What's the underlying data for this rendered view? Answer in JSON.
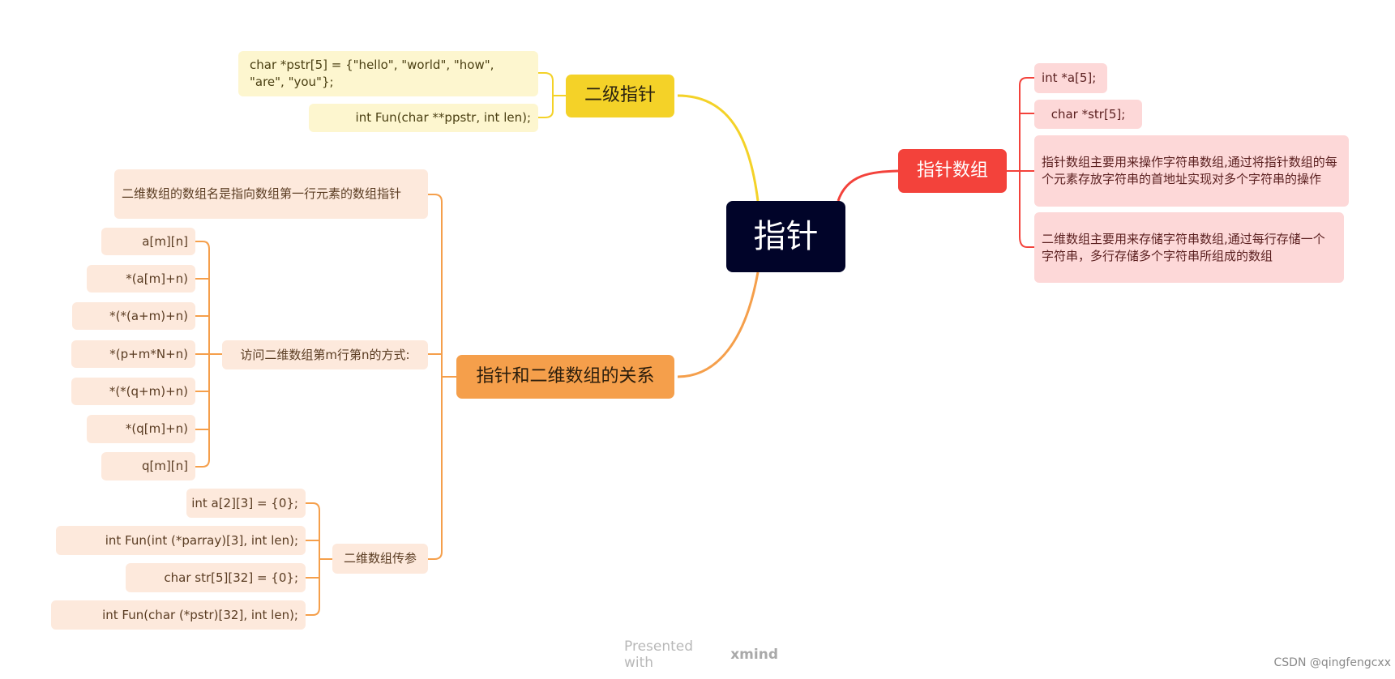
{
  "root": {
    "label": "指针"
  },
  "branches": {
    "pointer_array": {
      "label": "指针数组",
      "items": [
        "int *a[5];",
        "char *str[5];",
        "指针数组主要用来操作字符串数组,通过将指针数组的每个元素存放字符串的首地址实现对多个字符串的操作",
        "二维数组主要用来存储字符串数组,通过每行存储一个字符串，多行存储多个字符串所组成的数组"
      ]
    },
    "double_pointer": {
      "label": "二级指针",
      "items": [
        "char *pstr[5] = {\"hello\", \"world\", \"how\", \"are\", \"you\"};",
        "int Fun(char **ppstr, int len);"
      ]
    },
    "pointer_2d": {
      "label": "指针和二维数组的关系",
      "note": "二维数组的数组名是指向数组第一行元素的数组指针",
      "access": {
        "label": "访问二维数组第m行第n的方式:",
        "items": [
          "a[m][n]",
          "*(a[m]+n)",
          "*(*(a+m)+n)",
          "*(p+m*N+n)",
          "*(*(q+m)+n)",
          "*(q[m]+n)",
          "q[m][n]"
        ]
      },
      "params": {
        "label": "二维数组传参",
        "items": [
          "int a[2][3] = {0};",
          "int Fun(int (*parray)[3], int len);",
          "char str[5][32] = {0};",
          "int Fun(char (*pstr)[32], int len);"
        ]
      }
    }
  },
  "footer": {
    "prefix": "Presented with",
    "brand": "xmind"
  },
  "watermark": "CSDN @qingfengcxx",
  "colors": {
    "red": "#f3423b",
    "yellow": "#f4d228",
    "orange": "#f59f4b",
    "root": "#010429"
  }
}
